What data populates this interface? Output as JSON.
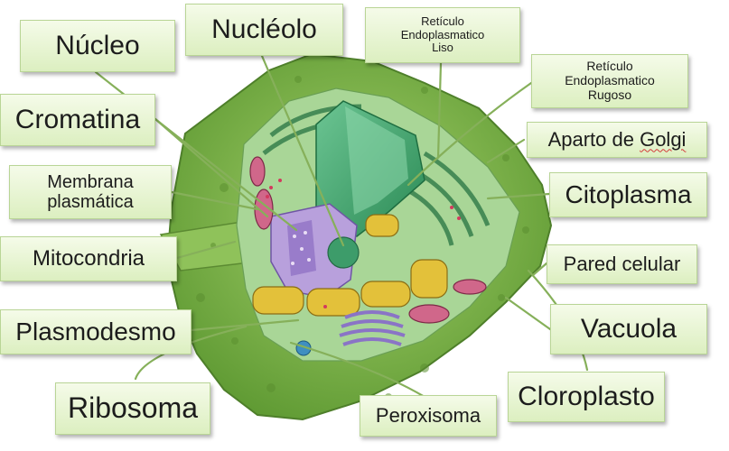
{
  "labels": {
    "nucleo": "Núcleo",
    "nucleolo": "Nucléolo",
    "re_liso": "Retículo\nEndoplasmatico\nLiso",
    "re_rugoso": "Retículo\nEndoplasmatico\nRugoso",
    "cromatina": "Cromatina",
    "golgi_prefix": "Aparto de ",
    "golgi_word": "Golgi",
    "membrana": "Membrana\nplasmática",
    "citoplasma": "Citoplasma",
    "mitocondria": "Mitocondria",
    "pared": "Pared celular",
    "plasmodesmo": "Plasmodesmo",
    "vacuola": "Vacuola",
    "ribosoma": "Ribosoma",
    "cloroplasto": "Cloroplasto",
    "peroxisoma": "Peroxisoma"
  },
  "colors": {
    "label_top": "#f5fbe9",
    "label_bottom": "#dcefc0",
    "leader_line": "#86b05a",
    "cell_wall": "#6fa83e",
    "cytoplasm": "#9ec98a",
    "vacuole": "#3fa06a",
    "chloroplast": "#1f7f3c",
    "mitochondria": "#c85a7a",
    "golgi": "#8e7ac8",
    "nucleus": "#b59cd8"
  }
}
